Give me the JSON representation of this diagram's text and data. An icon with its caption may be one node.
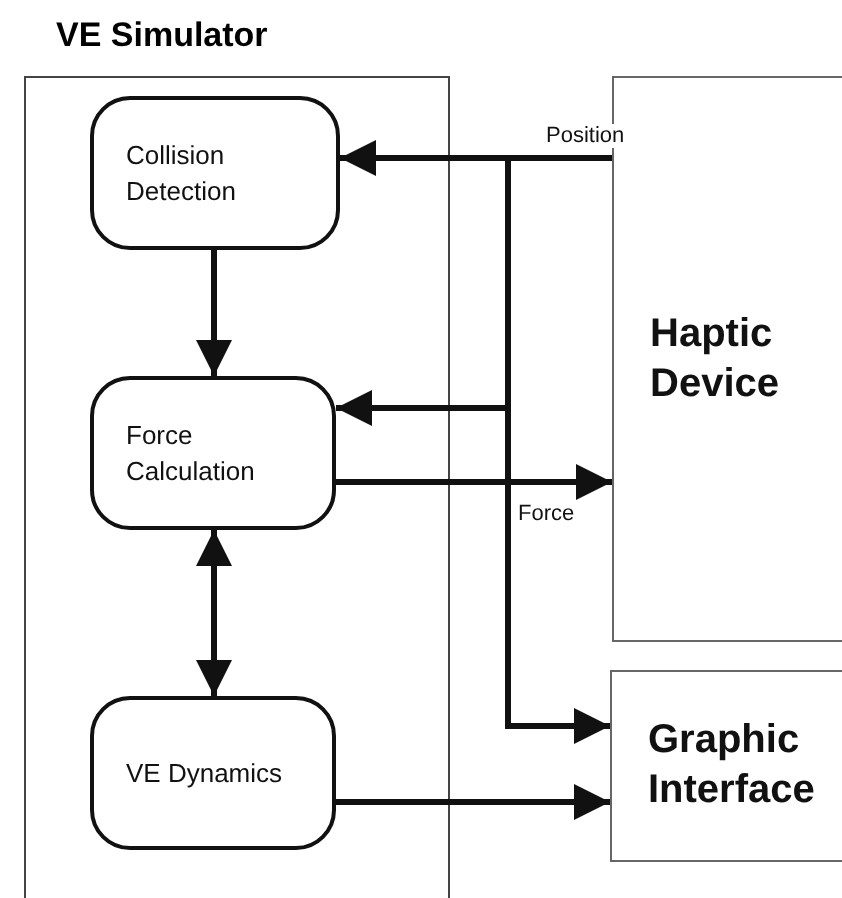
{
  "diagram": {
    "nodes": [
      {
        "text": [
          "VE Simulator"
        ]
      },
      {
        "text": [
          "Collision Detection"
        ],
        "in": 0
      },
      {
        "text": [
          "Force Calculation"
        ],
        "in": 0
      },
      {
        "text": [
          "VE Dynamics"
        ],
        "in": 0
      },
      {
        "text": [
          "Haptic Device"
        ]
      },
      {
        "text": [
          "Graphic Interface"
        ]
      }
    ],
    "edges": [
      {
        "from": 4,
        "to": 1,
        "arrow": "to",
        "label": "Position"
      },
      {
        "from": 4,
        "to": 2,
        "arrow": "to"
      },
      {
        "from": 4,
        "to": 5,
        "arrow": "to"
      },
      {
        "from": 1,
        "to": 2,
        "arrow": "to"
      },
      {
        "from": 2,
        "to": 4,
        "arrow": "to",
        "label": "Force"
      },
      {
        "from": 2,
        "to": 3,
        "arrow": "both"
      },
      {
        "from": 3,
        "to": 5,
        "arrow": "to"
      }
    ]
  }
}
